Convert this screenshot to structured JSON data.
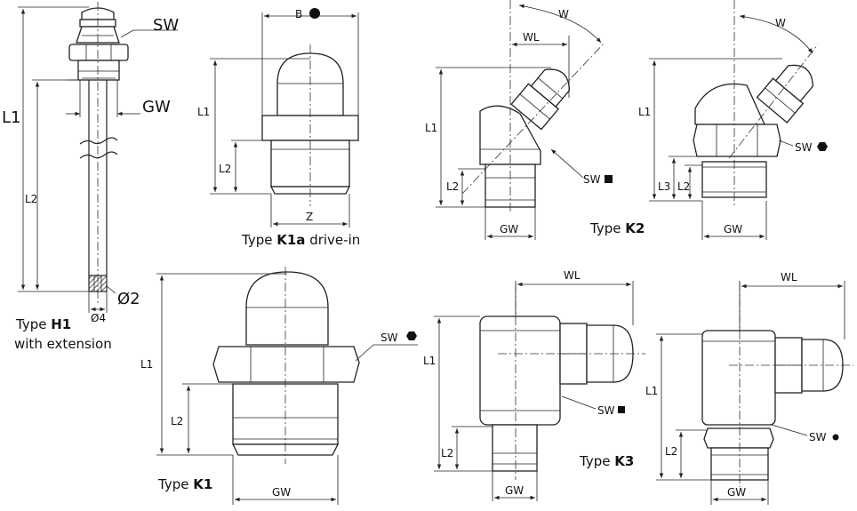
{
  "labels": {
    "L1": "L1",
    "L2": "L2",
    "L3": "L3",
    "SW": "SW",
    "GW": "GW",
    "B": "B",
    "Z": "Z",
    "W": "W",
    "WL": "WL",
    "d2": "Ø2",
    "d4": "Ø4"
  },
  "captions": {
    "h1_prefix": "Type ",
    "h1_bold": "H1",
    "h1_line2": "with extension",
    "k1a_prefix": "Type ",
    "k1a_bold": "K1a",
    "k1a_suffix": " drive-in",
    "k2_prefix": "Type ",
    "k2_bold": "K2",
    "k1_prefix": "Type ",
    "k1_bold": "K1",
    "k3_prefix": "Type ",
    "k3_bold": "K3"
  },
  "symbols": {
    "circle": "circle-marker",
    "hex": "hexagon-marker",
    "square": "square-marker"
  }
}
